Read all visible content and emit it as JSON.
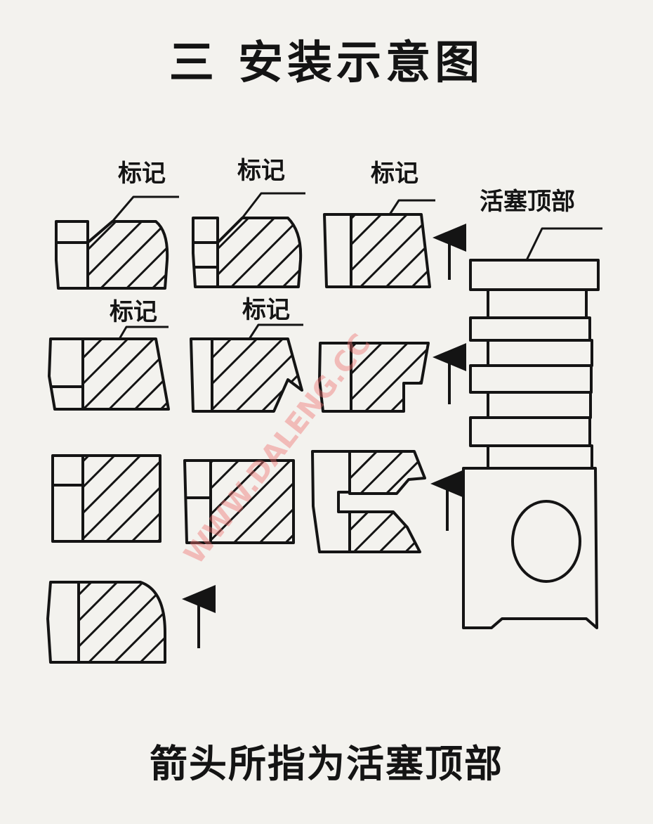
{
  "title": "三 安装示意图",
  "footer": "箭头所指为活塞顶部",
  "labels": {
    "mark": "标记",
    "piston_top": "活塞顶部"
  },
  "watermark": "WWW.DALENG.CC",
  "colors": {
    "ink": "#141414",
    "paper": "#f3f2ee",
    "watermark": "#f07070"
  }
}
